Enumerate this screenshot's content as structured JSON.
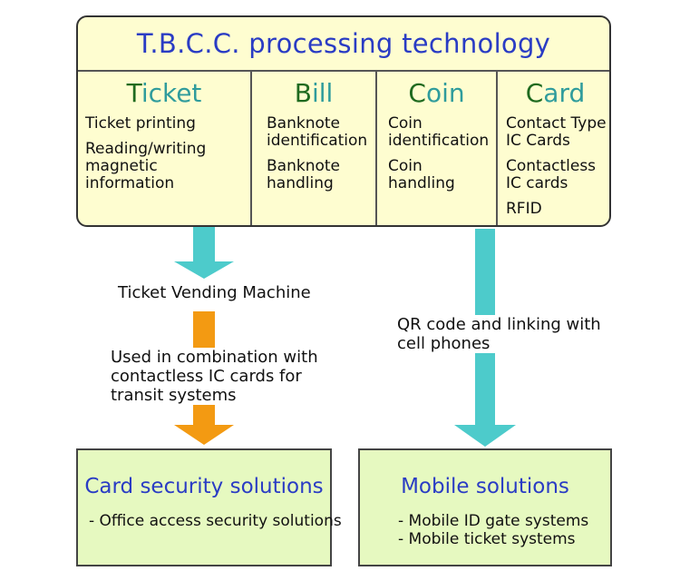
{
  "main": {
    "title": "T.B.C.C. processing technology",
    "columns": [
      {
        "first": "T",
        "rest": "icket",
        "items": [
          "Ticket printing",
          "Reading/writing\nmagnetic  information"
        ]
      },
      {
        "first": "B",
        "rest": "ill",
        "items": [
          "Banknote\nidentification",
          "Banknote\nhandling"
        ]
      },
      {
        "first": "C",
        "rest": "oin",
        "items": [
          "Coin\nidentification",
          "Coin\nhandling"
        ]
      },
      {
        "first": "C",
        "rest": "ard",
        "items": [
          "Contact Type\nIC Cards",
          "Contactless\nIC cards",
          "RFID"
        ]
      }
    ]
  },
  "labels": {
    "ticket_vending": "Ticket Vending Machine",
    "combination": "Used in combination with\ncontactless IC cards for\ntransit systems",
    "qr": "QR code and linking with\ncell phones"
  },
  "solutions": {
    "card": {
      "title": "Card security solutions",
      "items": [
        "- Office access security solutions"
      ]
    },
    "mobile": {
      "title": "Mobile solutions",
      "items": [
        "- Mobile ID gate systems",
        "- Mobile ticket systems"
      ]
    }
  },
  "colors": {
    "teal_arrow": "#4dcbcb",
    "orange_arrow": "#f39a12",
    "title_blue": "#2a3cc4"
  }
}
